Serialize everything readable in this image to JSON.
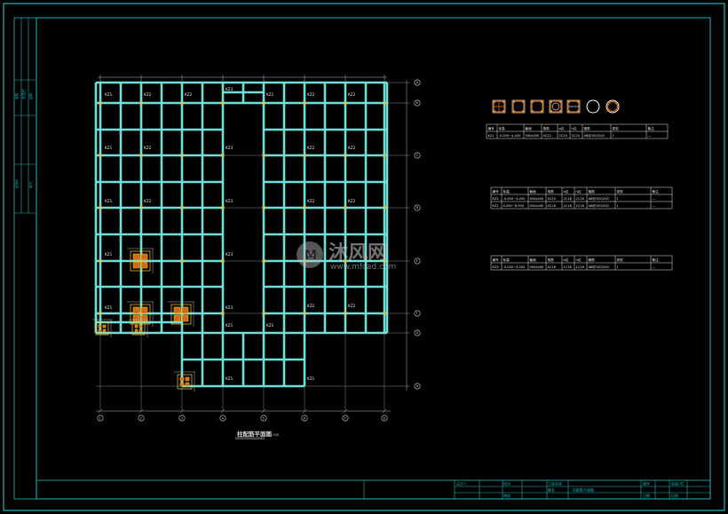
{
  "drawing": {
    "plan_title": "柱配筋平面图",
    "plan_scale": "1:100",
    "column_label_primary": "KZ1",
    "column_label_secondary": "KZ2",
    "column_label_tertiary": "KZ3",
    "watermark_main": "沐风网",
    "watermark_url": "www.mfcad.com",
    "watermark_logo": "M"
  },
  "axes": {
    "horizontal": [
      "1",
      "2",
      "3",
      "4",
      "5",
      "6",
      "7",
      "8"
    ],
    "vertical": [
      "A",
      "B",
      "C",
      "D",
      "E",
      "F",
      "G",
      "H"
    ]
  },
  "legend_sections": [
    "",
    "",
    "",
    "",
    "",
    "",
    ""
  ],
  "tables": {
    "t1_headers": [
      "编号",
      "标高",
      "截面",
      "角筋",
      "b边",
      "h边",
      "箍筋",
      "类型",
      "备注"
    ],
    "t1_rows": [
      [
        "KZ1",
        "-0.050~4.450",
        "500x500",
        "4C22",
        "2C20",
        "2C20",
        "A8@100/200",
        "1",
        "—"
      ]
    ],
    "t2_headers": [
      "编号",
      "标高",
      "截面",
      "角筋",
      "b边",
      "h边",
      "箍筋",
      "类型",
      "备注"
    ],
    "t2_rows": [
      [
        "KZ2",
        "-0.050~4.450",
        "450x450",
        "4C20",
        "2C18",
        "2C18",
        "A8@100/200",
        "1",
        "—"
      ],
      [
        "KZ2",
        "4.450~8.950",
        "450x450",
        "4C18",
        "2C16",
        "2C16",
        "A8@100/200",
        "1",
        "—"
      ]
    ],
    "t3_headers": [
      "编号",
      "标高",
      "截面",
      "角筋",
      "b边",
      "h边",
      "箍筋",
      "类型",
      "备注"
    ],
    "t3_rows": [
      [
        "KZ3",
        "-0.050~4.450",
        "400x400",
        "4C18",
        "1C16",
        "1C16",
        "A8@100/200",
        "1",
        "—"
      ]
    ]
  },
  "title_block": {
    "cell1": "设计人",
    "cell2": "校对",
    "cell3": "审核",
    "cell4": "工程名称",
    "cell5": "图名",
    "cell6": "柱配筋平面图",
    "cell7": "图号",
    "cell8": "结施-02",
    "cell9": "日期",
    "cell10": "比例"
  },
  "side_strip": {
    "item1": "会签栏",
    "item2": "建筑",
    "item3": "结构",
    "item4": "给排水",
    "item5": "电气"
  },
  "colors": {
    "frame": "#1fb8c0",
    "beam": "#6fe0d8",
    "column": "#d46a10",
    "text": "#e6e6e6"
  }
}
